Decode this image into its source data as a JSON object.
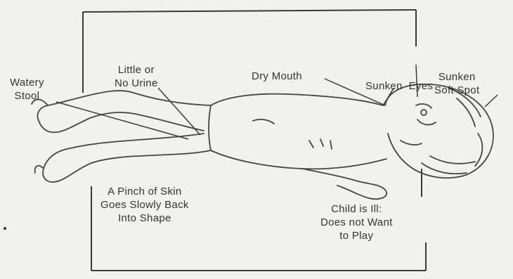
{
  "labels": {
    "watery_stool": [
      "Watery",
      "Stool"
    ],
    "little_urine": [
      "Little or",
      "No Urine"
    ],
    "dry_mouth": "Dry Mouth",
    "sunken_eyes": "Sunken  Eyes",
    "sunken_soft_spot": [
      "Sunken",
      "Soft Spot"
    ],
    "pinch_of_skin": [
      "A Pinch of Skin",
      "Goes Slowly Back",
      "Into Shape"
    ],
    "child_ill": [
      "Child is Ill:",
      "Does not Want",
      "to Play"
    ]
  },
  "colors": {
    "paper": "#f2f2ec",
    "ink": "#333333"
  }
}
